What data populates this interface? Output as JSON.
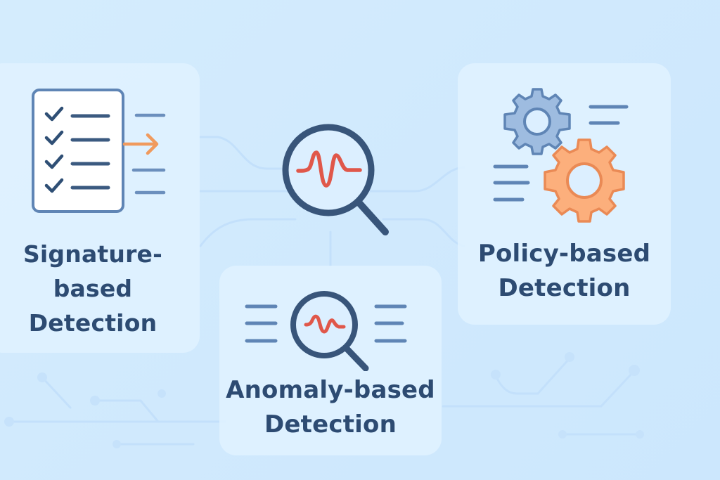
{
  "colors": {
    "background": "#d0e9fd",
    "card": "#e1f2ff",
    "text": "#2d4b72",
    "dark_stroke": "#3b5a80",
    "medium_stroke": "#5f85b5",
    "accent_orange": "#f09a5d",
    "accent_red": "#e0574a",
    "gear_blue_fill": "#9ebce0",
    "gear_orange_fill": "#fcaf7c"
  },
  "cards": {
    "signature": {
      "title_lines": [
        "Signature-",
        "based",
        "Detection"
      ],
      "icon": "checklist-document-icon"
    },
    "anomaly": {
      "title_lines": [
        "Anomaly-based",
        "Detection"
      ],
      "icon": "magnifier-waveform-icon"
    },
    "policy": {
      "title_lines": [
        "Policy-based",
        "Detection"
      ],
      "icon": "gears-icon"
    }
  },
  "center": {
    "icon": "magnifier-waveform-icon"
  }
}
